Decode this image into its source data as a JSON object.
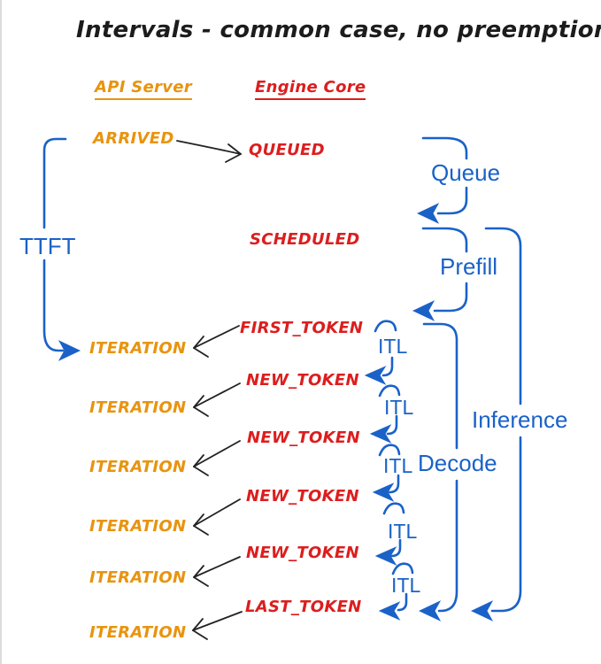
{
  "title": "Intervals - common case, no preemptions",
  "columns": {
    "api_server": "API Server",
    "engine_core": "Engine Core"
  },
  "events": {
    "arrived": "ARRIVED",
    "queued": "QUEUED",
    "scheduled": "SCHEDULED",
    "first_token": "FIRST_TOKEN",
    "new_token": "NEW_TOKEN",
    "last_token": "LAST_TOKEN",
    "iteration": "ITERATION"
  },
  "intervals": {
    "ttft": "TTFT",
    "queue": "Queue",
    "prefill": "Prefill",
    "itl": "ITL",
    "decode": "Decode",
    "inference": "Inference"
  },
  "colors": {
    "api_server_text": "#E8940F",
    "engine_core_text": "#DC1E1E",
    "interval_blue": "#1A62C8",
    "arrow_black": "#222222",
    "background": "#FFFFFF"
  }
}
